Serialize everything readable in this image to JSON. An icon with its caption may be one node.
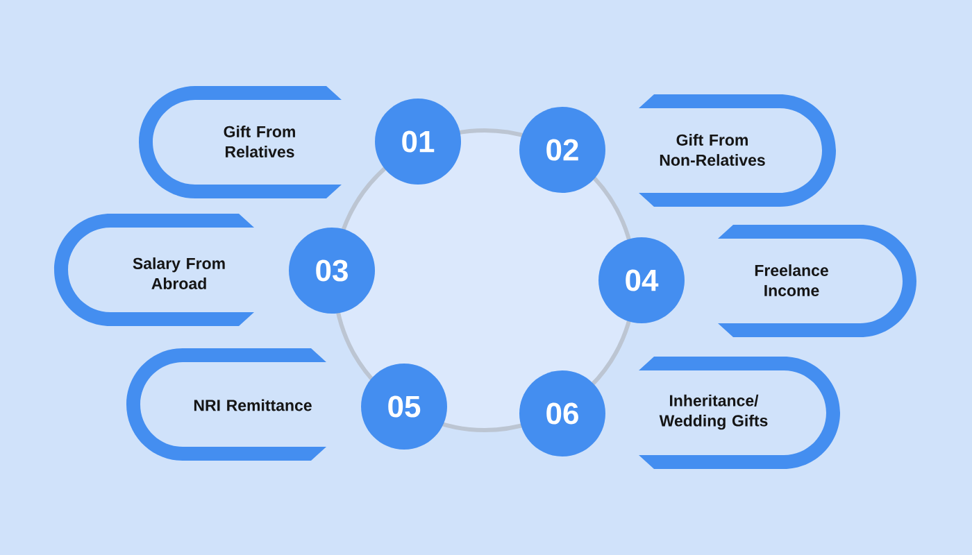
{
  "diagram": {
    "nodes": [
      {
        "text": [],
        "shape": "circle"
      },
      {
        "text": [
          "01"
        ]
      },
      {
        "text": [
          "Gift From Relatives"
        ]
      },
      {
        "text": [
          "02"
        ]
      },
      {
        "text": [
          "Gift From Non-Relatives"
        ]
      },
      {
        "text": [
          "03"
        ]
      },
      {
        "text": [
          "Salary From Abroad"
        ]
      },
      {
        "text": [
          "04"
        ]
      },
      {
        "text": [
          "Freelance Income"
        ]
      },
      {
        "text": [
          "05"
        ]
      },
      {
        "text": [
          "NRI Remittance"
        ]
      },
      {
        "text": [
          "06"
        ]
      },
      {
        "text": [
          "Inheritance/ Wedding Gifts"
        ]
      }
    ]
  }
}
